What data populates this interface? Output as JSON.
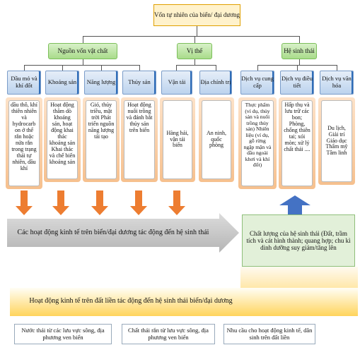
{
  "top": {
    "label": "Vốn tự nhiên của biển/ đại dương"
  },
  "level1": [
    {
      "label": "Nguồn vốn vật chất"
    },
    {
      "label": "Vị thế"
    },
    {
      "label": "Hệ sinh thái"
    }
  ],
  "level2": [
    {
      "label": "Dầu mỏ và khí đốt"
    },
    {
      "label": "Khoáng sản"
    },
    {
      "label": "Năng lượng"
    },
    {
      "label": "Thủy sản"
    },
    {
      "label": "Vận tải"
    },
    {
      "label": "Địa chính trị"
    },
    {
      "label": "Dịch vụ cung cấp"
    },
    {
      "label": "Dịch vụ điều tiết"
    },
    {
      "label": "Dịch vụ văn hóa"
    }
  ],
  "details": [
    {
      "text": "dầu thô, khí thiên nhiên và hydrocarb on ở thể rắn hoặc nửa rắn trong trạng thái tự nhiên, dầu khí"
    },
    {
      "text": "Hoạt động thăm dò khoáng sản, hoạt động khai thác khoáng sản Khai thác và chế biến khoáng sản"
    },
    {
      "text": "Gió, thủy triều, mặt trời Phát triển nguồn năng lượng tái tạo"
    },
    {
      "text": "Hoạt động nuôi trồng và đánh bắt thủy sản trên biển"
    },
    {
      "text": "Hàng hải, vận tải biển"
    },
    {
      "text": "An ninh, quốc phòng"
    },
    {
      "text": "Thực phẩm (vỉ dụ, thủy sản và nuôi trồng thủy sản) Nhiên liệu (ví dụ, gỗ rừng ngập mặn và dầu ngoài khơi và khí đốt)"
    },
    {
      "text": "Hấp thụ và lưu trữ các bon; Phòng, chống thiên tai; xói mòn; xử lý chất thải ...."
    },
    {
      "text": "Du lịch, Giải trí Giáo dục Thẩm mỹ Tâm linh"
    }
  ],
  "marine_activities": {
    "label": "Các hoạt động kinh tế trên biển/đại dương tác động đến hệ sinh thái"
  },
  "ecosystem_quality": {
    "label": "Chất lượng của hệ sinh thái (Đất, trầm tích và cát hình thành; quang hợp; chu kì dinh dưỡng suy giảm/tăng lên"
  },
  "land_activities": {
    "label": "Hoạt động kinh tế trên đất liền tác động đến hệ sinh thái biển/đại dương"
  },
  "land_sources": [
    {
      "label": "Nước thải từ các lưu vực sông, địa phương ven biển"
    },
    {
      "label": "Chất thải rắn từ lưu vực sông, địa phương ven biển"
    },
    {
      "label": "Nhu cầu cho hoạt động kinh tế, dân sinh trên đất liền"
    }
  ],
  "colors": {
    "orange_arrow": "#ed7d31",
    "blue_arrow": "#4472c4",
    "gray_arrow": "#c9c9c9",
    "green_box": "#e2f0d9",
    "yellow_band": "#ffd966"
  }
}
